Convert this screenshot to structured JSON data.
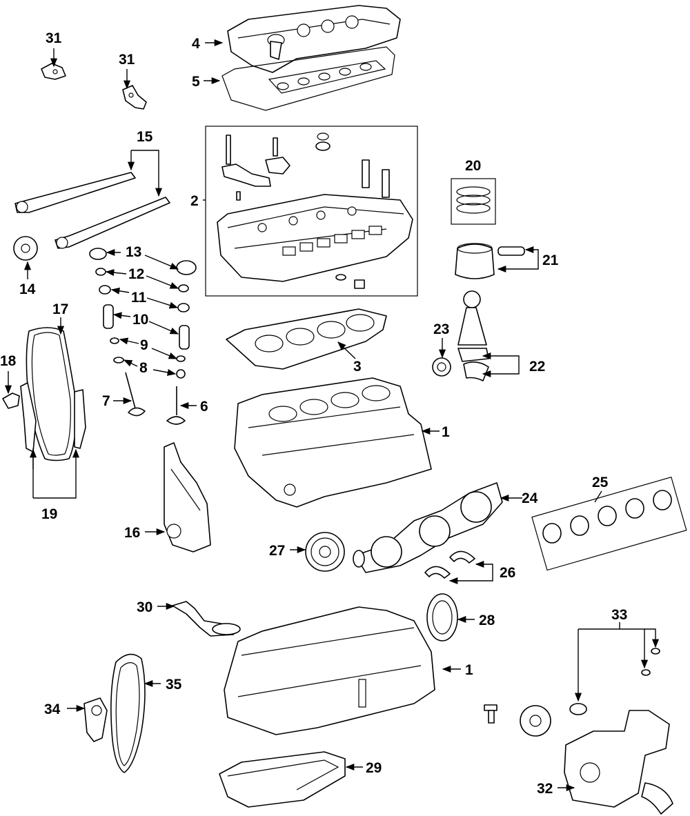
{
  "callouts": [
    "1",
    "2",
    "3",
    "4",
    "5",
    "6",
    "7",
    "8",
    "9",
    "10",
    "11",
    "12",
    "13",
    "14",
    "15",
    "16",
    "17",
    "18",
    "19",
    "20",
    "21",
    "22",
    "23",
    "24",
    "25",
    "26",
    "27",
    "28",
    "29",
    "30",
    "31",
    "32",
    "33",
    "34",
    "35"
  ],
  "duplicate_labels": {
    "1_lower": "1",
    "31_right": "31"
  },
  "colors": {
    "line": "#000000",
    "background": "#ffffff"
  }
}
